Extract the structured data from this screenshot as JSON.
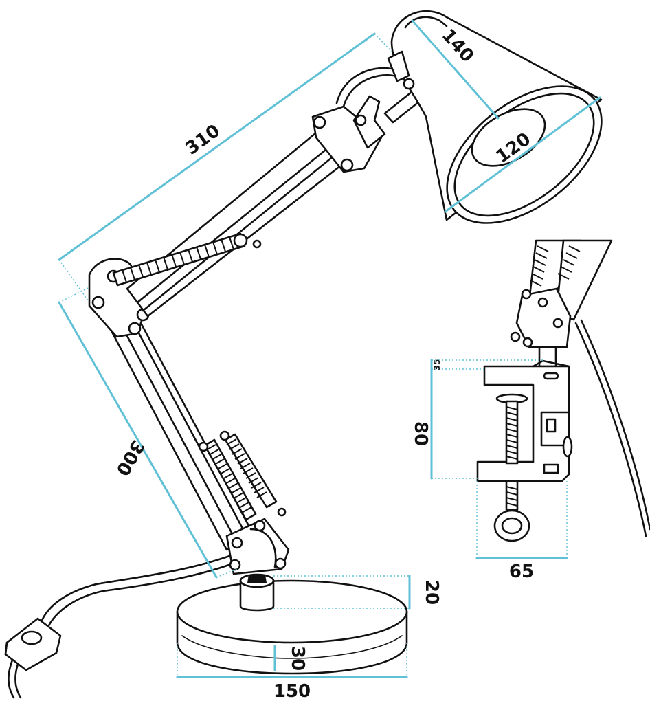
{
  "colors": {
    "dimension": "#5fc0d6",
    "ink": "#111111",
    "background": "#ffffff"
  },
  "dimensions": {
    "upper_arm": "310",
    "lower_arm": "300",
    "shade_depth": "140",
    "shade_opening": "120",
    "base_height": "30",
    "base_diameter": "150",
    "neck_height": "20",
    "clamp_top": "35",
    "clamp_opening": "80",
    "clamp_width": "65"
  }
}
